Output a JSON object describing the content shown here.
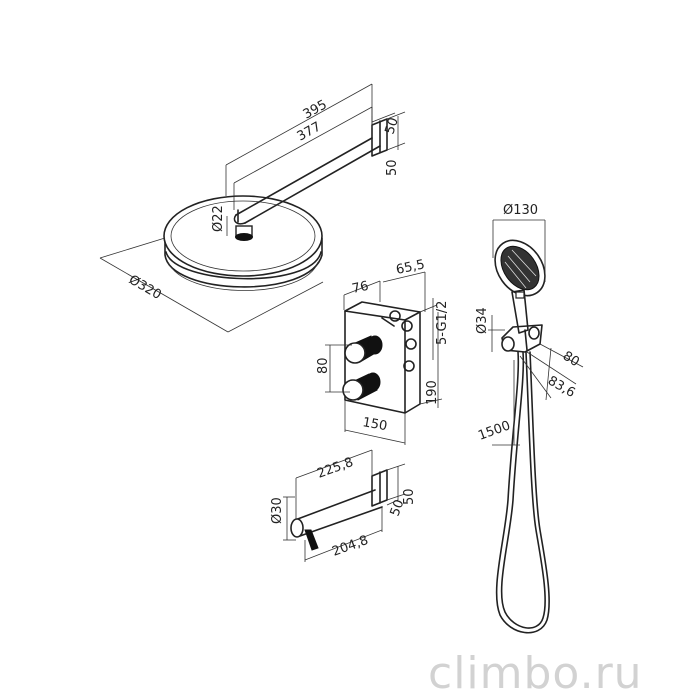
{
  "dimensions": {
    "arm_length_total": "395",
    "arm_length": "377",
    "flange_width": "50",
    "flange_height": "50",
    "arm_diameter": "Ø22",
    "head_diameter": "Ø320",
    "mixer_depth": "76",
    "mixer_offset": "65,5",
    "mixer_connection": "5-G1/2",
    "knob_spacing": "80",
    "mixer_height": "190",
    "mixer_width": "150",
    "hand_shower_diameter": "Ø130",
    "holder_diameter": "Ø34",
    "holder_offset": "80",
    "holder_depth": "83,6",
    "hose_length": "1500",
    "spout_length_total": "225,8",
    "spout_length": "204,8",
    "spout_diameter": "Ø30",
    "spout_flange_width": "50",
    "spout_flange_height": "50"
  },
  "watermark": "climbo.ru"
}
